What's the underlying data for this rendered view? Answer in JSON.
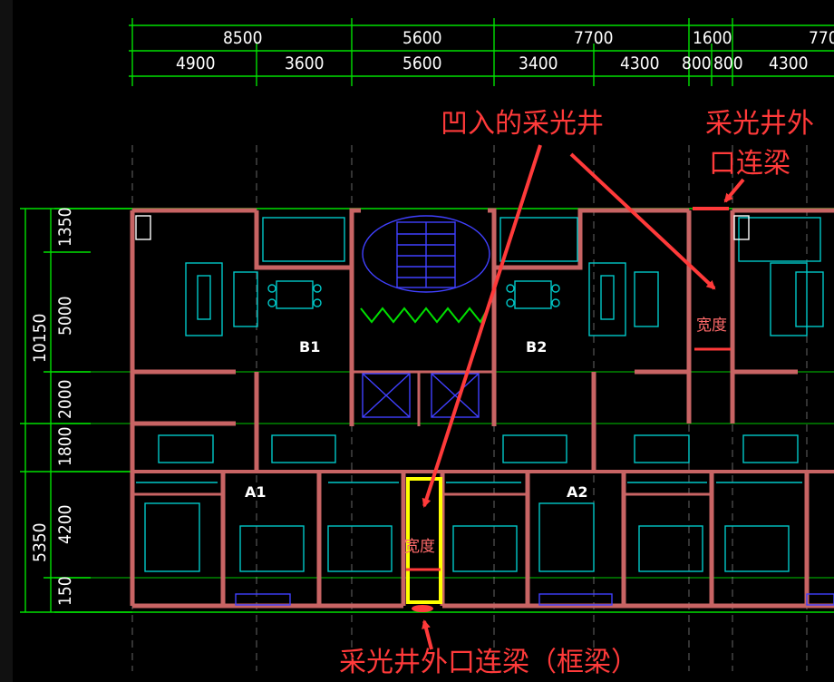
{
  "dimensions": {
    "top_overall": [
      "8500",
      "5600",
      "7700",
      "1600",
      "770"
    ],
    "top_detail": [
      "4900",
      "3600",
      "5600",
      "3400",
      "4300",
      "800",
      "800",
      "4300"
    ],
    "left_upper_total": "10150",
    "left_upper": [
      "1350",
      "5000",
      "2000",
      "1800"
    ],
    "left_lower_total": "5350",
    "left_lower": [
      "4200",
      "150"
    ]
  },
  "unit_labels": [
    "B1",
    "B2",
    "A1",
    "A2"
  ],
  "annotations": {
    "recessed_lightwell": "凹入的采光井",
    "outer_beam_line1": "采光井外",
    "outer_beam_line2": "口连梁",
    "width_upper": "宽度",
    "width_lower": "宽度",
    "bottom_beam": "采光井外口连梁（框梁）"
  },
  "colors": {
    "background": "#000000",
    "dimension_lines": "#00ff00",
    "walls": "#c86464",
    "furniture": "#00c8c8",
    "annotation": "#ff3a3a",
    "highlight_box": "#ffff00",
    "stair": "#4040ff"
  }
}
